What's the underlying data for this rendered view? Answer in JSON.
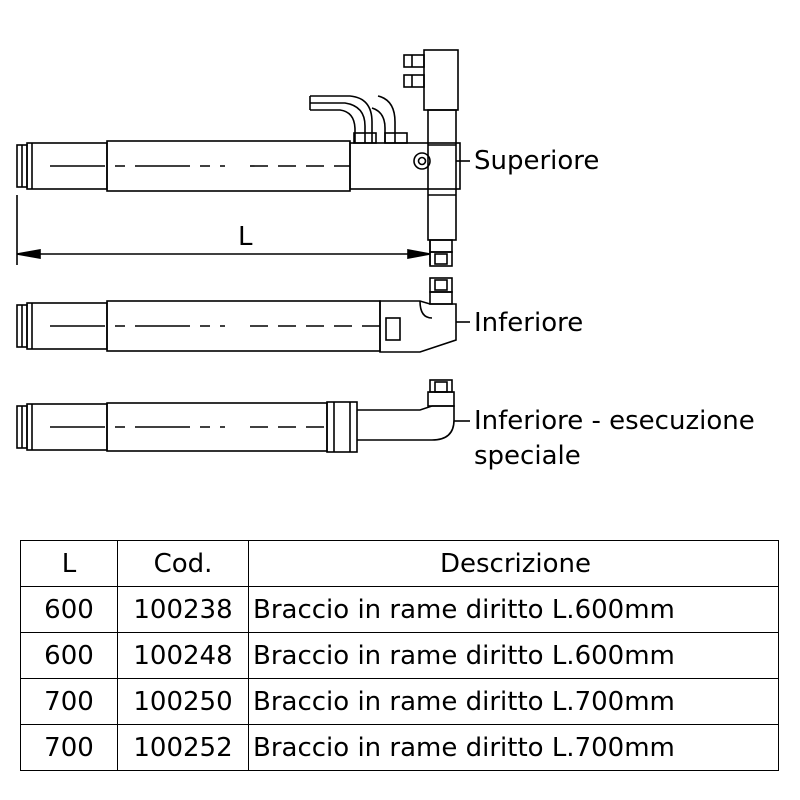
{
  "diagram": {
    "dimension_label": "L",
    "labels": {
      "superiore": "Superiore",
      "inferiore": "Inferiore",
      "speciale_line1": "Inferiore - esecuzione",
      "speciale_line2": "speciale"
    }
  },
  "table": {
    "headers": [
      "L",
      "Cod.",
      "Descrizione"
    ],
    "rows": [
      [
        "600",
        "100238",
        "Braccio in rame diritto L.600mm"
      ],
      [
        "600",
        "100248",
        "Braccio in rame diritto L.600mm"
      ],
      [
        "700",
        "100250",
        "Braccio in rame diritto L.700mm"
      ],
      [
        "700",
        "100252",
        "Braccio in rame diritto L.700mm"
      ]
    ]
  }
}
